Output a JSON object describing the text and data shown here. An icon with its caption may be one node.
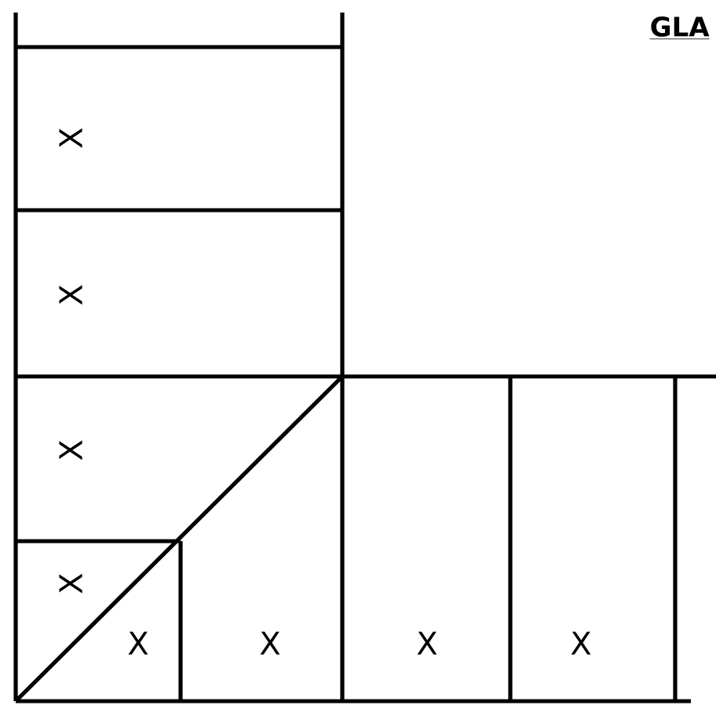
{
  "diagram": {
    "title": "GLA",
    "labels": [
      "X",
      "X",
      "X",
      "X",
      "X",
      "X",
      "X",
      "X"
    ]
  }
}
